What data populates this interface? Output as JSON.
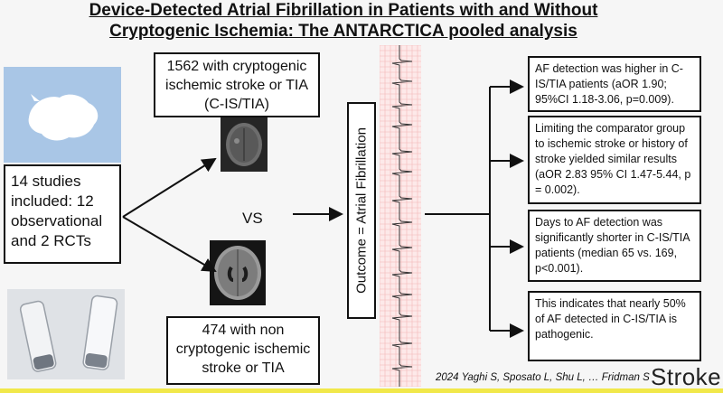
{
  "title": {
    "line1": "Device-Detected Atrial Fibrillation in Patients with and Without",
    "line2": "Cryptogenic Ischemia: The ANTARCTICA pooled analysis"
  },
  "studies": "14 studies included: 12 observational and 2 RCTs",
  "cohort_cryptogenic": "1562 with cryptogenic ischemic stroke or TIA (C-IS/TIA)",
  "cohort_non_cryptogenic": "474 with non cryptogenic ischemic stroke or TIA",
  "vs_label": "VS",
  "outcome": "Outcome = Atrial Fibrillation",
  "results": [
    "AF detection was higher in C-IS/TIA patients (aOR 1.90; 95%CI 1.18-3.06, p=0.009).",
    "Limiting the comparator group to ischemic stroke or history of stroke yielded similar results (aOR 2.83 95% CI 1.47-5.44, p = 0.002).",
    "Days to AF detection was significantly shorter in C-IS/TIA patients (median 65 vs. 169, p<0.001).",
    "This indicates that nearly 50% of AF detected in C-IS/TIA is pathogenic."
  ],
  "citation": "2024 Yaghi S, Sposato L, Shu L, … Fridman S",
  "journal": "Stroke",
  "colors": {
    "ecg_background": "#fde9e9",
    "ecg_trace": "#333333",
    "flag_blue": "#b7cfe8",
    "accent_yellow": "#f1e84a"
  },
  "icons": {
    "flag": "antarctica-flag-icon",
    "monitors": "cardiac-monitor-devices-icon",
    "mri_top": "brain-mri-icon",
    "mri_bottom": "brain-mri-icon"
  }
}
